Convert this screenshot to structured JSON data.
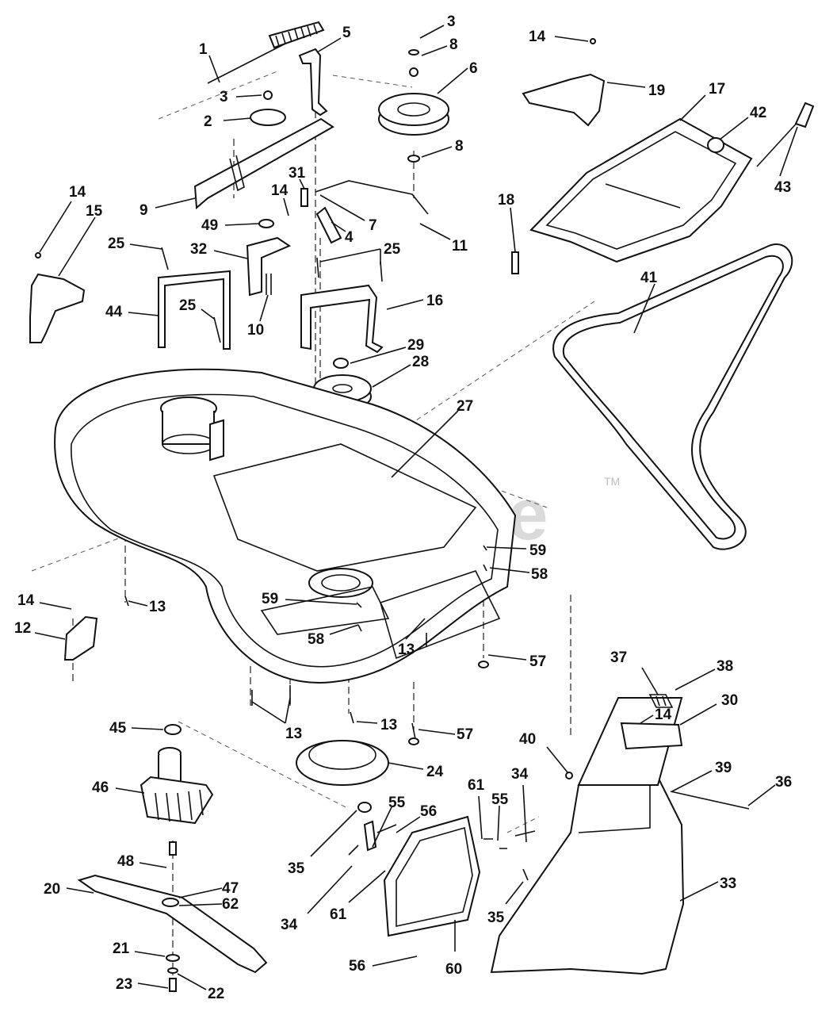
{
  "watermark": {
    "text": "PartsTree",
    "trademark": "TM"
  },
  "callouts": [
    {
      "id": "c1",
      "label": "1"
    },
    {
      "id": "c2",
      "label": "2"
    },
    {
      "id": "c3a",
      "label": "3"
    },
    {
      "id": "c3b",
      "label": "3"
    },
    {
      "id": "c4",
      "label": "4"
    },
    {
      "id": "c5",
      "label": "5"
    },
    {
      "id": "c6",
      "label": "6"
    },
    {
      "id": "c7",
      "label": "7"
    },
    {
      "id": "c8a",
      "label": "8"
    },
    {
      "id": "c8b",
      "label": "8"
    },
    {
      "id": "c9",
      "label": "9"
    },
    {
      "id": "c10",
      "label": "10"
    },
    {
      "id": "c11",
      "label": "11"
    },
    {
      "id": "c12",
      "label": "12"
    },
    {
      "id": "c13a",
      "label": "13"
    },
    {
      "id": "c13b",
      "label": "13"
    },
    {
      "id": "c13c",
      "label": "13"
    },
    {
      "id": "c13d",
      "label": "13"
    },
    {
      "id": "c14a",
      "label": "14"
    },
    {
      "id": "c14b",
      "label": "14"
    },
    {
      "id": "c14c",
      "label": "14"
    },
    {
      "id": "c14d",
      "label": "14"
    },
    {
      "id": "c14e",
      "label": "14"
    },
    {
      "id": "c15",
      "label": "15"
    },
    {
      "id": "c16",
      "label": "16"
    },
    {
      "id": "c17",
      "label": "17"
    },
    {
      "id": "c18",
      "label": "18"
    },
    {
      "id": "c19",
      "label": "19"
    },
    {
      "id": "c20",
      "label": "20"
    },
    {
      "id": "c21",
      "label": "21"
    },
    {
      "id": "c22",
      "label": "22"
    },
    {
      "id": "c23",
      "label": "23"
    },
    {
      "id": "c24",
      "label": "24"
    },
    {
      "id": "c25a",
      "label": "25"
    },
    {
      "id": "c25b",
      "label": "25"
    },
    {
      "id": "c25c",
      "label": "25"
    },
    {
      "id": "c27",
      "label": "27"
    },
    {
      "id": "c28",
      "label": "28"
    },
    {
      "id": "c29",
      "label": "29"
    },
    {
      "id": "c30",
      "label": "30"
    },
    {
      "id": "c31",
      "label": "31"
    },
    {
      "id": "c32",
      "label": "32"
    },
    {
      "id": "c33",
      "label": "33"
    },
    {
      "id": "c34a",
      "label": "34"
    },
    {
      "id": "c34b",
      "label": "34"
    },
    {
      "id": "c35a",
      "label": "35"
    },
    {
      "id": "c35b",
      "label": "35"
    },
    {
      "id": "c36",
      "label": "36"
    },
    {
      "id": "c37",
      "label": "37"
    },
    {
      "id": "c38",
      "label": "38"
    },
    {
      "id": "c39",
      "label": "39"
    },
    {
      "id": "c40",
      "label": "40"
    },
    {
      "id": "c41",
      "label": "41"
    },
    {
      "id": "c42",
      "label": "42"
    },
    {
      "id": "c43",
      "label": "43"
    },
    {
      "id": "c44",
      "label": "44"
    },
    {
      "id": "c45",
      "label": "45"
    },
    {
      "id": "c46",
      "label": "46"
    },
    {
      "id": "c47",
      "label": "47"
    },
    {
      "id": "c48",
      "label": "48"
    },
    {
      "id": "c49",
      "label": "49"
    },
    {
      "id": "c55a",
      "label": "55"
    },
    {
      "id": "c55b",
      "label": "55"
    },
    {
      "id": "c56a",
      "label": "56"
    },
    {
      "id": "c56b",
      "label": "56"
    },
    {
      "id": "c57a",
      "label": "57"
    },
    {
      "id": "c57b",
      "label": "57"
    },
    {
      "id": "c58a",
      "label": "58"
    },
    {
      "id": "c58b",
      "label": "58"
    },
    {
      "id": "c59a",
      "label": "59"
    },
    {
      "id": "c59b",
      "label": "59"
    },
    {
      "id": "c60",
      "label": "60"
    },
    {
      "id": "c61a",
      "label": "61"
    },
    {
      "id": "c61b",
      "label": "61"
    },
    {
      "id": "c62",
      "label": "62"
    }
  ]
}
